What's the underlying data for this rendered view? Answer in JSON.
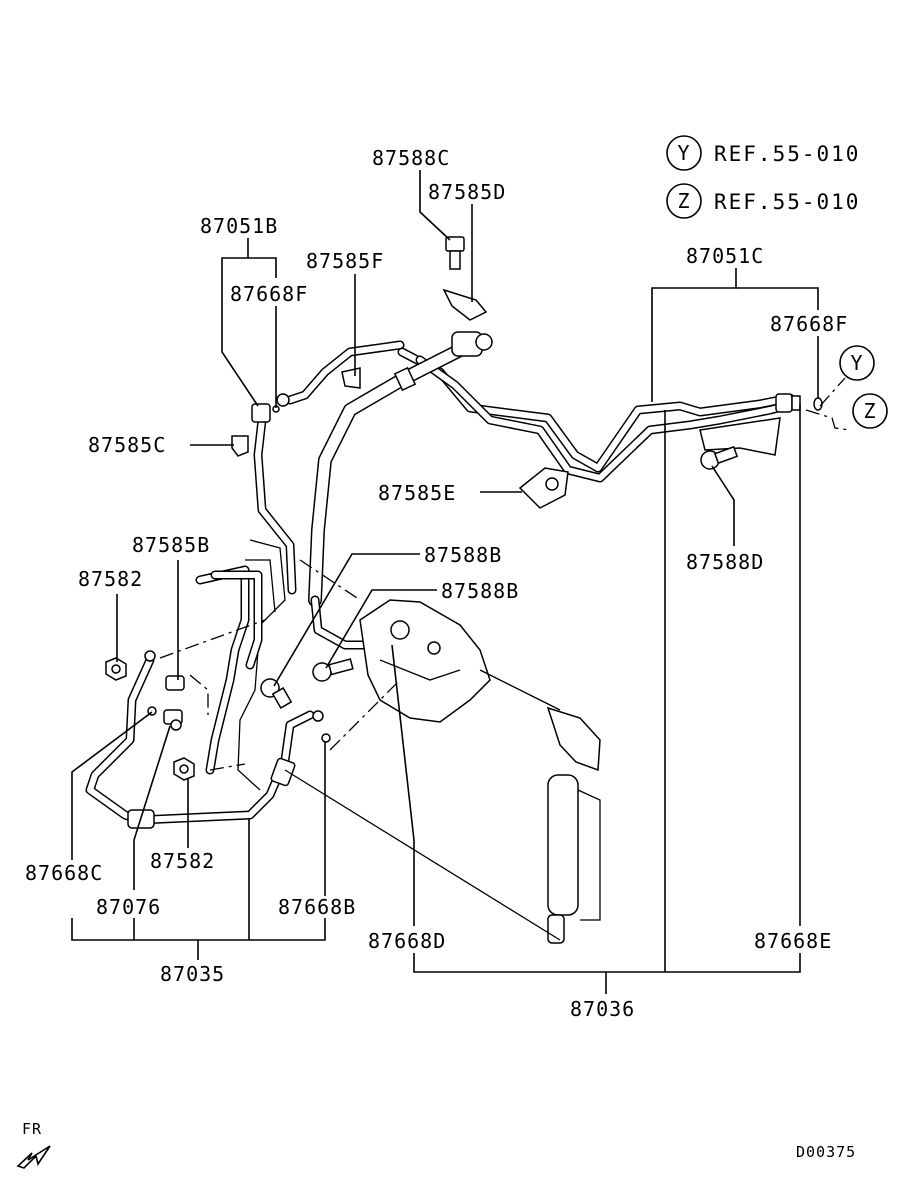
{
  "diagram_id": "D00375",
  "front_marker": "FR",
  "references": [
    {
      "symbol": "Y",
      "text": "REF.55-010"
    },
    {
      "symbol": "Z",
      "text": "REF.55-010"
    }
  ],
  "callout_symbols": {
    "y": "Y",
    "z": "Z"
  },
  "labels": {
    "p87588C": "87588C",
    "p87585D": "87585D",
    "p87051B": "87051B",
    "p87585F": "87585F",
    "p87668F_left": "87668F",
    "p87051C": "87051C",
    "p87668F_right": "87668F",
    "p87585C": "87585C",
    "p87585E": "87585E",
    "p87588D": "87588D",
    "p87585B": "87585B",
    "p87588B_1": "87588B",
    "p87588B_2": "87588B",
    "p87582_top": "87582",
    "p87582_bottom": "87582",
    "p87668C": "87668C",
    "p87076": "87076",
    "p87668B": "87668B",
    "p87035": "87035",
    "p87668D": "87668D",
    "p87668E": "87668E",
    "p87036": "87036"
  }
}
